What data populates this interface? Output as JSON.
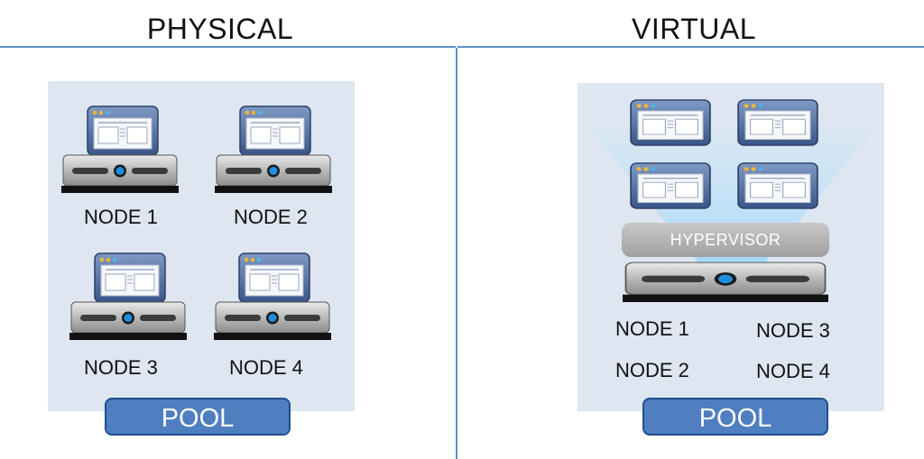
{
  "physical": {
    "title": "PHYSICAL",
    "nodes": [
      "NODE 1",
      "NODE 2",
      "NODE 3",
      "NODE 4"
    ],
    "pool_label": "POOL"
  },
  "virtual": {
    "title": "VIRTUAL",
    "hypervisor_label": "HYPERVISOR",
    "nodes": [
      "NODE 1",
      "NODE 3",
      "NODE 2",
      "NODE 4"
    ],
    "pool_label": "POOL"
  },
  "colors": {
    "divider": "#5b8fc9",
    "panel": "#dde6f1",
    "pool_fill": "#4f7fc0",
    "pool_border": "#1f4f8f",
    "hypervisor": "#b4b4b4"
  },
  "icons": {
    "app_window": "app-window-icon",
    "server": "server-icon"
  }
}
